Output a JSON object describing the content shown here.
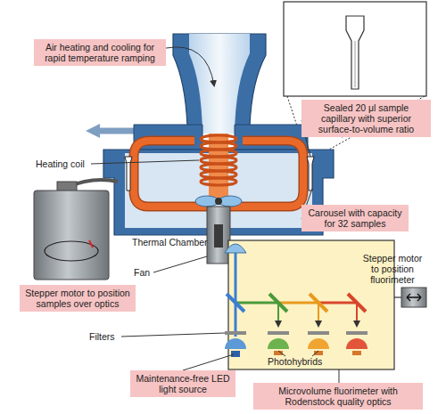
{
  "diagram": {
    "nodes": [
      {
        "text": [
          "Air heating and cooling for rapid temperature ramping"
        ]
      },
      {
        "text": [
          "Sealed 20 μl sample capillary with superior surface-to-volume ratio"
        ]
      },
      {
        "text": [
          "Carousel with capacity for 32 samples"
        ]
      },
      {
        "text": [
          "Stepper motor to position samples over optics"
        ]
      },
      {
        "text": [
          "Maintenance-free LED light source"
        ]
      },
      {
        "text": [
          "Microvolume fluorimeter with Rodenstock quality optics"
        ]
      }
    ],
    "labels": [
      "Heating coil",
      "Thermal Chamber",
      "Stepper motor to position fluorimeter",
      "Fan",
      "Filters",
      "Photohybrids"
    ]
  }
}
